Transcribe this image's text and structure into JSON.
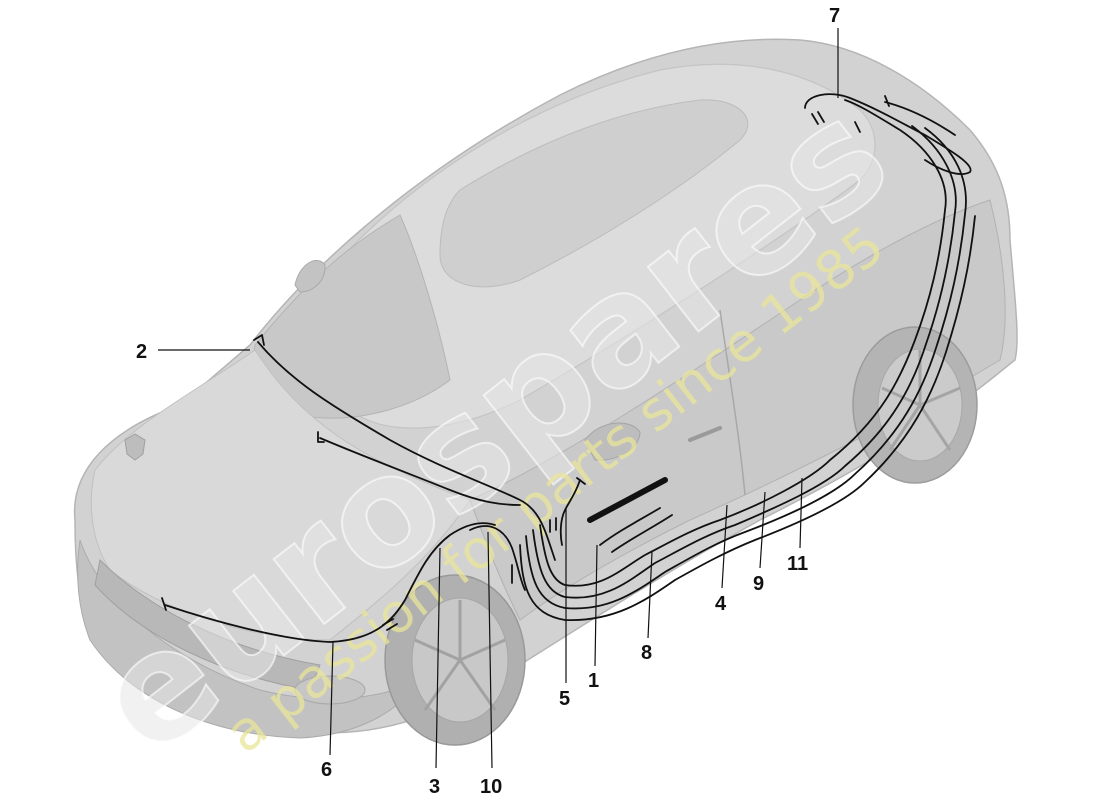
{
  "diagram": {
    "callouts": [
      {
        "id": "2",
        "text": "2"
      },
      {
        "id": "7",
        "text": "7"
      },
      {
        "id": "6",
        "text": "6"
      },
      {
        "id": "3",
        "text": "3"
      },
      {
        "id": "10",
        "text": "10"
      },
      {
        "id": "5",
        "text": "5"
      },
      {
        "id": "1",
        "text": "1"
      },
      {
        "id": "8",
        "text": "8"
      },
      {
        "id": "4",
        "text": "4"
      },
      {
        "id": "9",
        "text": "9"
      },
      {
        "id": "11",
        "text": "11"
      }
    ]
  },
  "watermark": {
    "brand": "eurospares",
    "tagline": "a passion for parts since 1985"
  },
  "colors": {
    "car_body": "#d2d2d2",
    "car_shade": "#bdbdbd",
    "line_harness": "#111111",
    "watermark_brand": "#e6e6e6",
    "watermark_tagline": "#e8e49a"
  }
}
